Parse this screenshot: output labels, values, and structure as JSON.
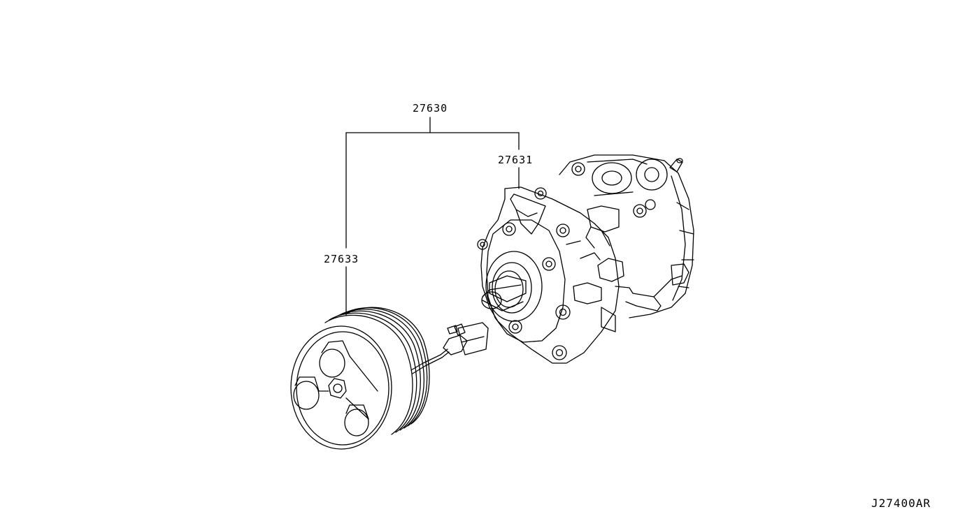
{
  "diagram": {
    "part_numbers": {
      "assembly": "27630",
      "compressor": "27631",
      "clutch": "27633"
    },
    "diagram_code": "J27400AR"
  },
  "colors": {
    "background": "#ffffff",
    "line": "#000000"
  },
  "icons": [
    "compressor-icon",
    "clutch-pulley-icon",
    "connector-icon"
  ]
}
